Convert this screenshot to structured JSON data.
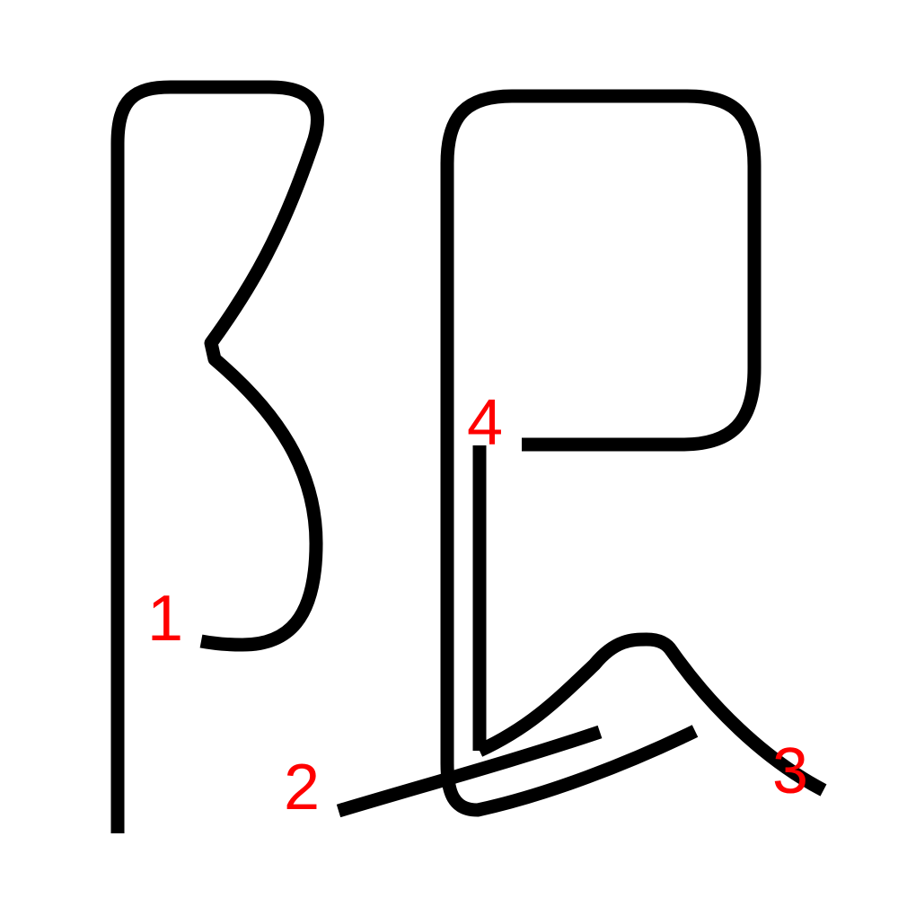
{
  "colors": {
    "background": "#ffffff",
    "stroke": "#000000",
    "label": "#ff0000"
  },
  "labels": {
    "one": "1",
    "two": "2",
    "three": "3",
    "four": "4"
  }
}
